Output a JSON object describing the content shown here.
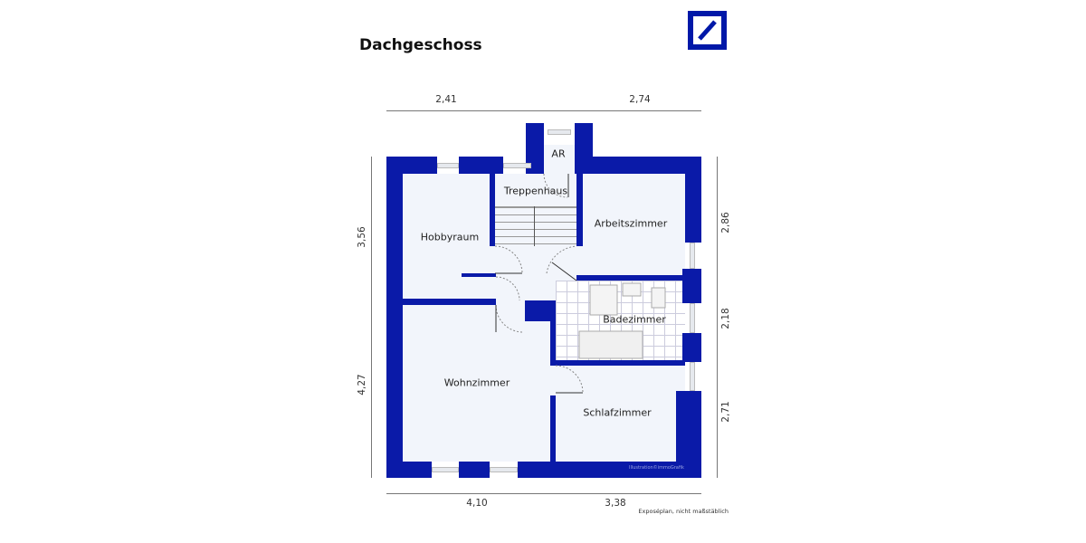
{
  "title": "Dachgeschoss",
  "logo": {
    "name": "deutsche-bank-logo-icon",
    "color": "#0018a8"
  },
  "colors": {
    "wall": "#0a1aa8",
    "room": "#f2f5fb"
  },
  "rooms": {
    "ar": "AR",
    "treppenhaus": "Treppenhaus",
    "hobbyraum": "Hobbyraum",
    "arbeitszimmer": "Arbeitszimmer",
    "badezimmer": "Badezimmer",
    "wohnzimmer": "Wohnzimmer",
    "schlafzimmer": "Schlafzimmer"
  },
  "dimensions": {
    "top": [
      "2,41",
      "2,74"
    ],
    "bottom": [
      "4,10",
      "3,38"
    ],
    "left": [
      "3,56",
      "4,27"
    ],
    "right": [
      "2,86",
      "2,18",
      "2,71"
    ]
  },
  "watermark": "Illustration©immoGrafik",
  "footer": "Exposéplan, nicht maßstäblich"
}
